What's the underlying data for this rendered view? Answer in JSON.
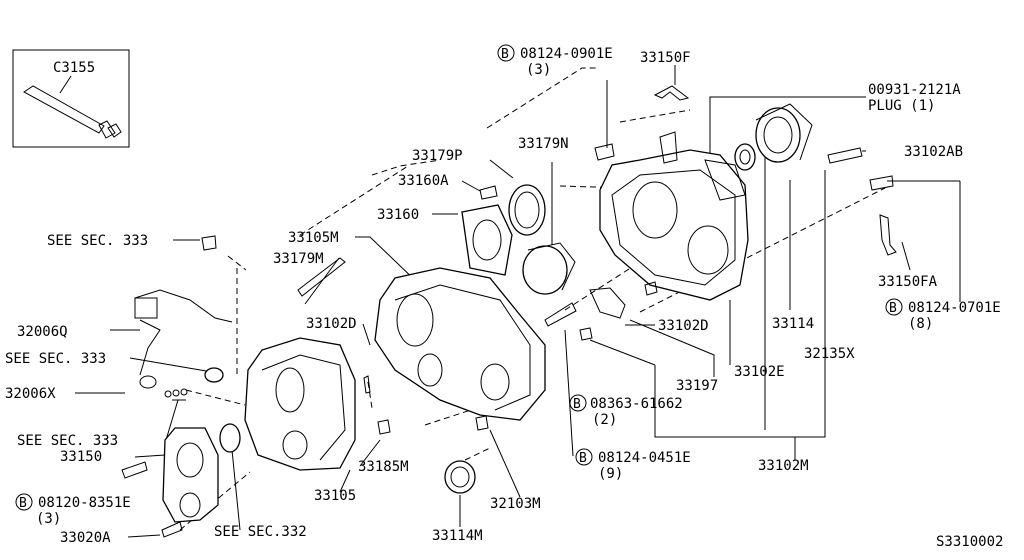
{
  "diagram_code": "S3310002",
  "bolt_symbol": "B",
  "inset": {
    "label": "C3155"
  },
  "labels": {
    "l_33150F": "33150F",
    "l_00931": "00931-2121A",
    "l_plug": "PLUG (1)",
    "l_33102AB": "33102AB",
    "l_33179P": "33179P",
    "l_33179N": "33179N",
    "l_33160A": "33160A",
    "l_33160": "33160",
    "l_33105M": "33105M",
    "l_see333a": "SEE SEC. 333",
    "l_33179M": "33179M",
    "l_33150FA": "33150FA",
    "l_32006Q": "32006Q",
    "l_33102D_a": "33102D",
    "l_33102D_b": "33102D",
    "l_33114": "33114",
    "l_32135X": "32135X",
    "l_see333b": "SEE SEC. 333",
    "l_32006X": "32006X",
    "l_33197": "33197",
    "l_33102E": "33102E",
    "l_see333c": "SEE SEC. 333",
    "l_33150": "33150",
    "l_33185M": "33185M",
    "l_33102M": "33102M",
    "l_33105": "33105",
    "l_32103M": "32103M",
    "l_see332": "SEE SEC.332",
    "l_33114M": "33114M",
    "l_33020A": "33020A"
  },
  "bolt_labels": {
    "b_0901E": {
      "part": "08124-0901E",
      "qty": "(3)"
    },
    "b_0701E": {
      "part": "08124-0701E",
      "qty": "(8)"
    },
    "b_61662": {
      "part": "08363-61662",
      "qty": "(2)"
    },
    "b_0451E": {
      "part": "08124-0451E",
      "qty": "(9)"
    },
    "b_8351E": {
      "part": "08120-8351E",
      "qty": "(3)"
    }
  }
}
